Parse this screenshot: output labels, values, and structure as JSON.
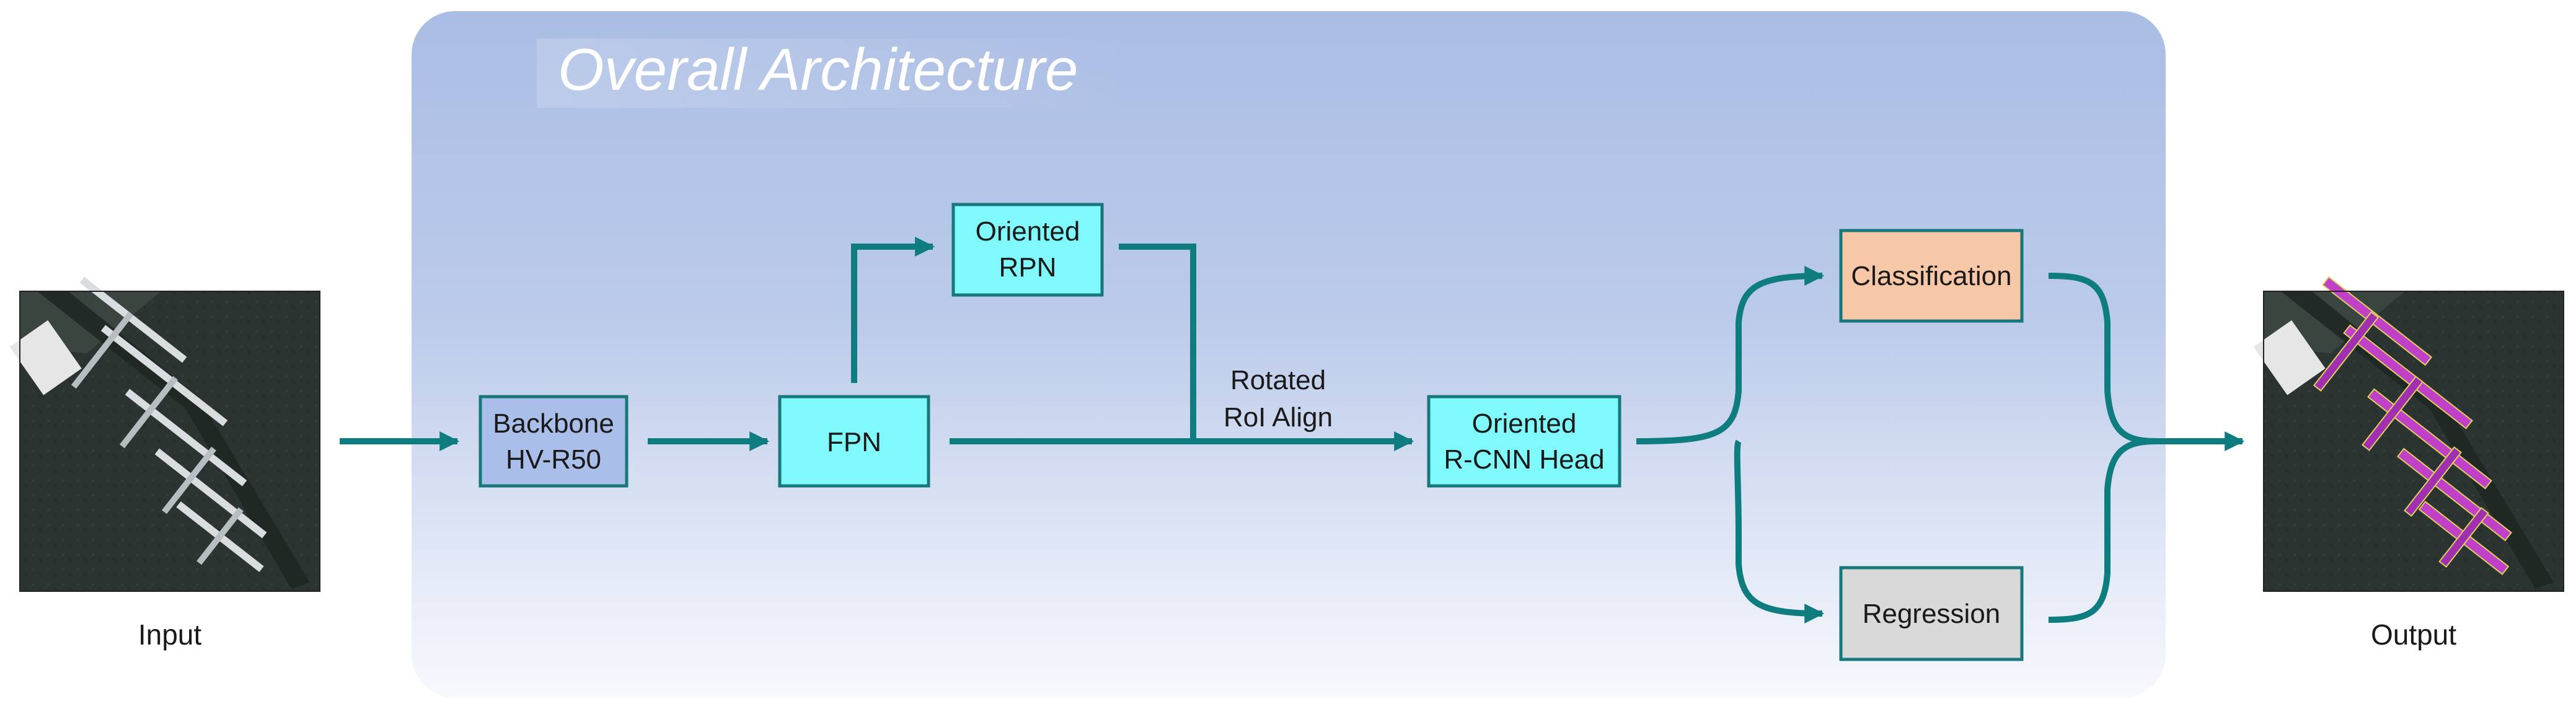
{
  "diagram": {
    "title": "Overall Architecture",
    "input_label": "Input",
    "output_label": "Output",
    "nodes": {
      "backbone": {
        "line1": "Backbone",
        "line2": "HV-R50"
      },
      "fpn": {
        "line1": "FPN"
      },
      "rpn": {
        "line1": "Oriented",
        "line2": "RPN"
      },
      "roi_align": {
        "line1": "Rotated",
        "line2": "RoI Align"
      },
      "head": {
        "line1": "Oriented",
        "line2": "R-CNN Head"
      },
      "classification": {
        "line1": "Classification"
      },
      "regression": {
        "line1": "Regression"
      }
    },
    "colors": {
      "panel_top": "#aabde4",
      "panel_bottom": "#f8f9fd",
      "arrow": "#0f7d7f",
      "node_border": "#17777a",
      "cyan_node": "#7ff9fb",
      "backbone_node": "#a9bee8",
      "classification_node": "#f7c8a8",
      "regression_node": "#d9d9d9"
    }
  }
}
